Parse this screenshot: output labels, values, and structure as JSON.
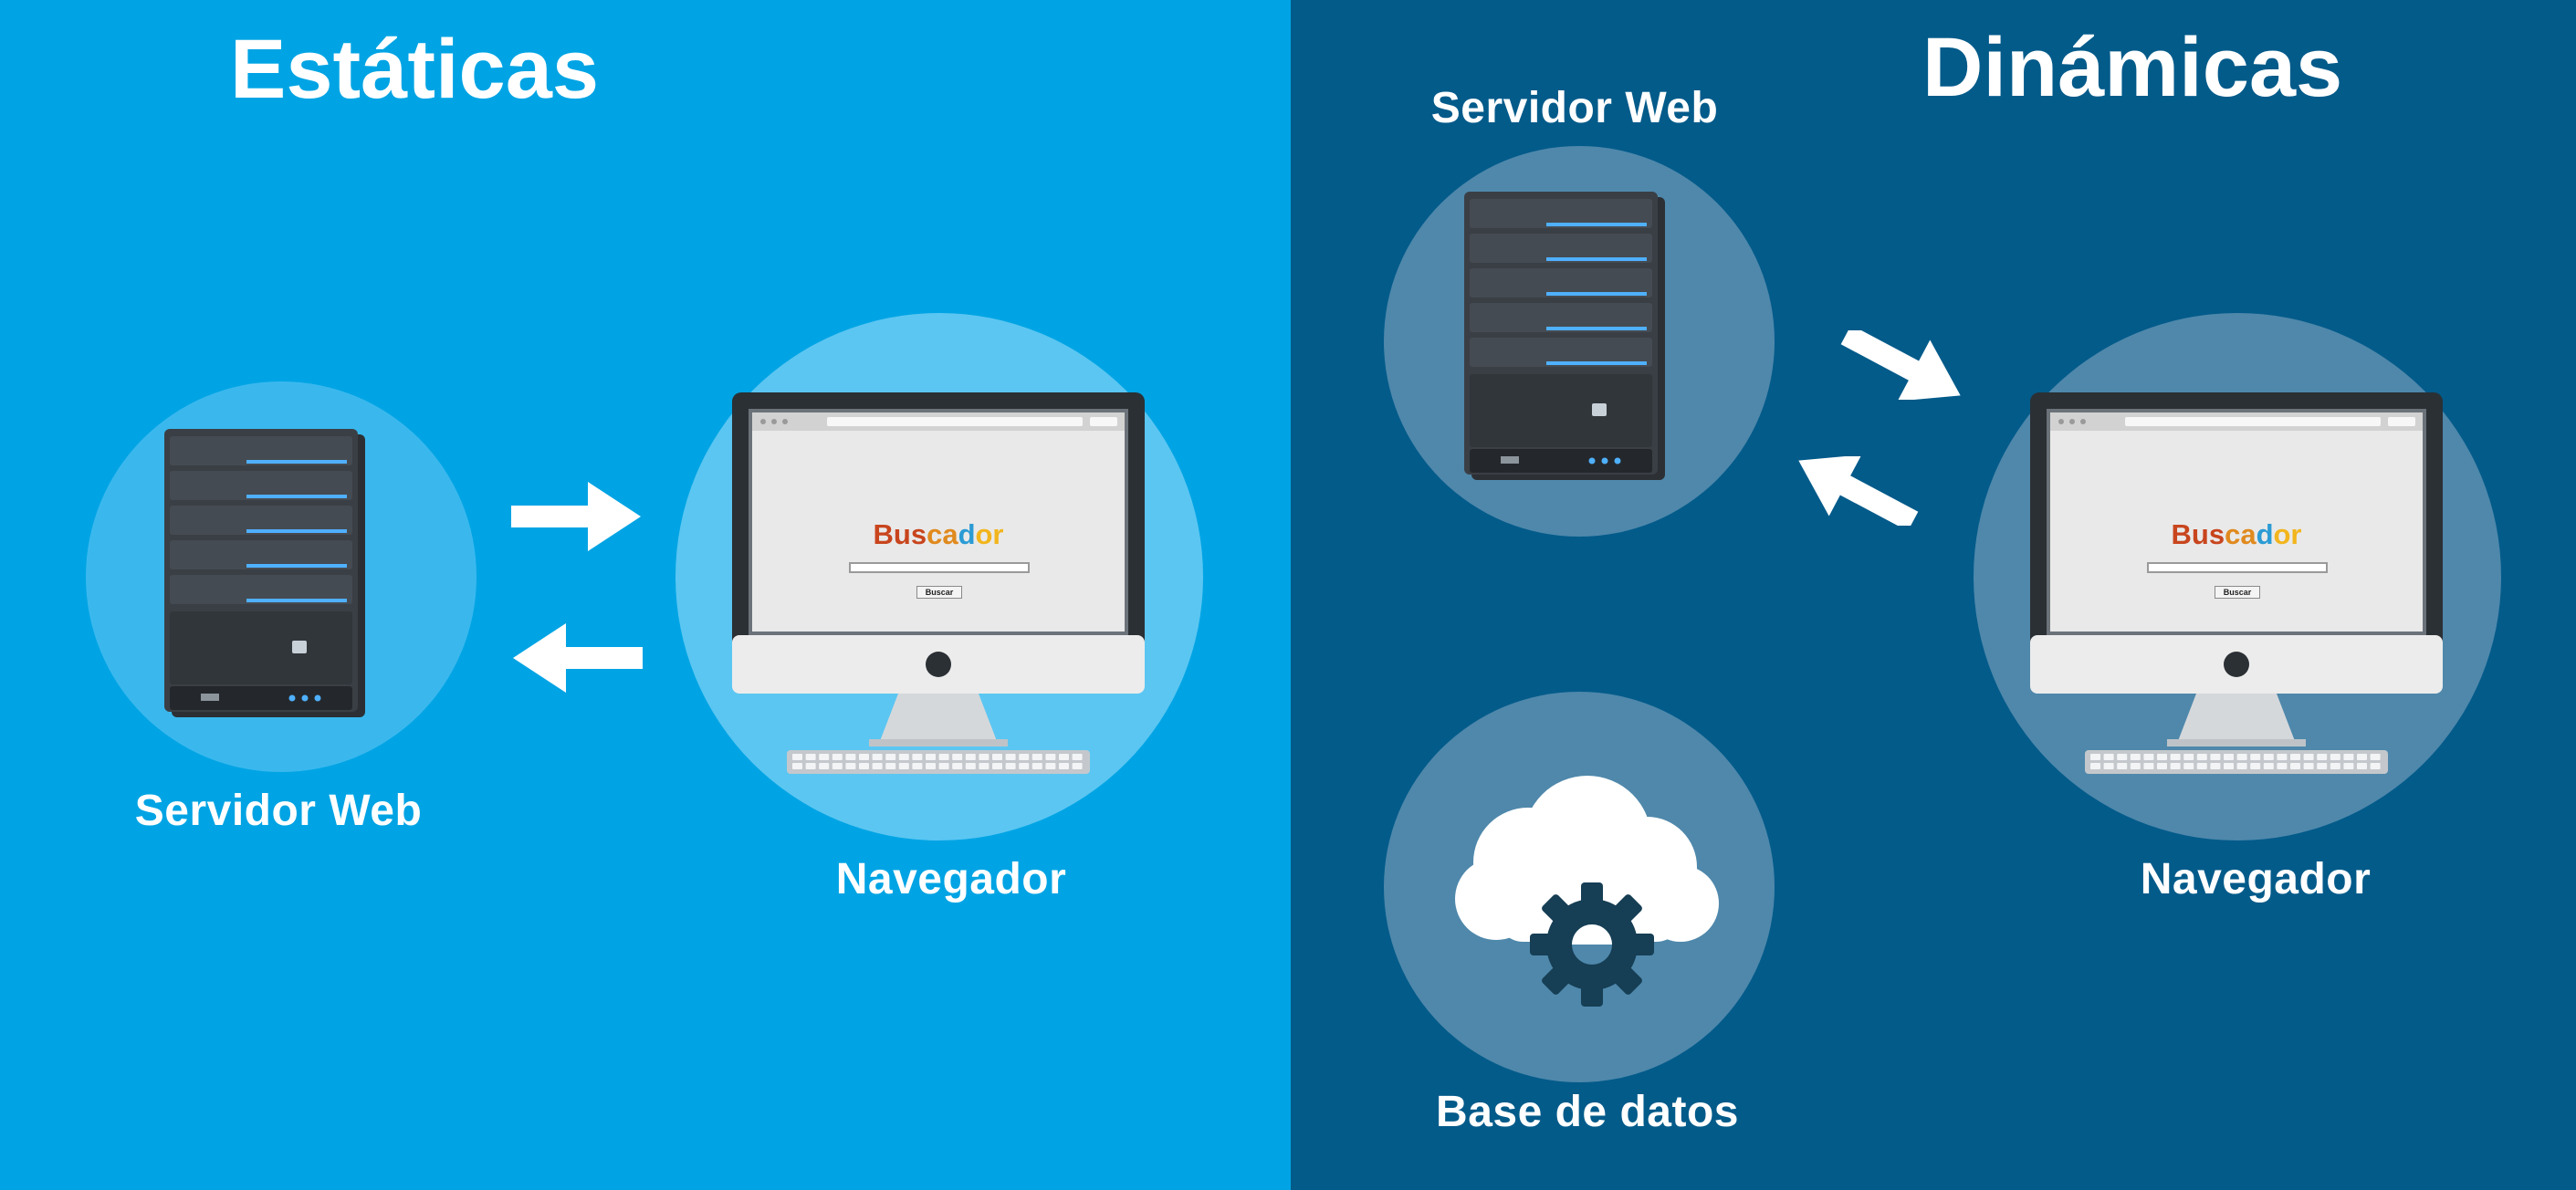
{
  "colors": {
    "left_background": "#00a4e4",
    "right_background": "#035b8a",
    "left_circle": "#3ab8ee",
    "left_circle_large": "#5bc6f2",
    "right_circle": "#4f88ab",
    "arrow": "#ffffff",
    "server_body": "#3a3f45",
    "server_led": "#4fb0ff",
    "brand_letters": [
      "#c8451d",
      "#e08a1e",
      "#2b9bd4",
      "#f2b51c",
      "#7cb342"
    ]
  },
  "static": {
    "heading": "Estáticas",
    "server_label": "Servidor Web",
    "browser_label": "Navegador",
    "browser": {
      "search_title": "Buscador",
      "search_button": "Buscar"
    }
  },
  "dynamic": {
    "heading": "Dinámicas",
    "server_label": "Servidor Web",
    "browser_label": "Navegador",
    "database_label": "Base de datos",
    "browser": {
      "search_title": "Buscador",
      "search_button": "Buscar"
    }
  },
  "icons": [
    "server-icon",
    "computer-monitor-icon",
    "keyboard-icon",
    "cloud-icon",
    "gear-icon",
    "arrow-right-icon",
    "arrow-left-icon"
  ]
}
